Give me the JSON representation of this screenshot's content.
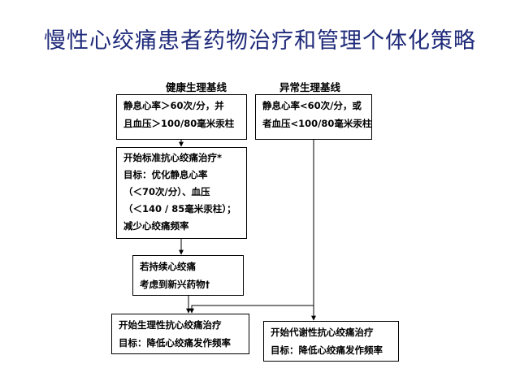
{
  "title": "慢性心绞痛患者药物治疗和管理个体化策略",
  "labels": {
    "healthy": "健康生理基线",
    "abnormal": "异常生理基线"
  },
  "boxes": {
    "healthy_baseline": {
      "line1": "静息心率＞60次/分，并",
      "line2": "且血压＞100/80毫米汞柱"
    },
    "abnormal_baseline": {
      "line1": "静息心率<60次/分，或",
      "line2": "者血压<100/80毫米汞柱"
    },
    "standard_therapy": {
      "line1": "开始标准抗心绞痛治疗*",
      "line2": "目标：优化静息心率",
      "line3": "（＜70次/分）、血压",
      "line4": "（＜140 / 85毫米汞柱）；",
      "line5": "减少心绞痛频率"
    },
    "persistent_angina": {
      "line1": "若持续心绞痛",
      "line2": "考虑到新兴药物†"
    },
    "physiological_therapy": {
      "line1": "开始生理性抗心绞痛治疗",
      "line2": "目标：降低心绞痛发作频率"
    },
    "metabolic_therapy": {
      "line1": "开始代谢性抗心绞痛治疗",
      "line2": "目标：降低心绞痛发作频率"
    }
  },
  "colors": {
    "title": "#1f2a7a",
    "line": "#000000"
  }
}
